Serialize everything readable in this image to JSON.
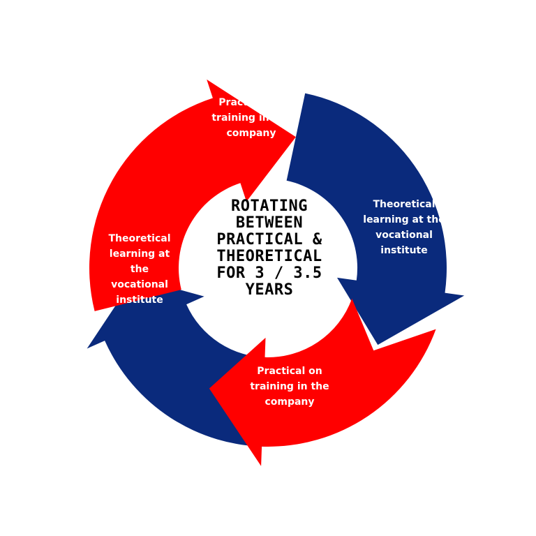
{
  "colors": {
    "practical": "#ff0000",
    "theoretical": "#0a2a7c",
    "background": "#ffffff",
    "label_text": "#ffffff",
    "center_text": "#000000"
  },
  "center": {
    "title": "ROTATING\nBETWEEN\nPRACTICAL &\nTHEORETICAL\nFOR 3 / 3.5\nYEARS"
  },
  "segments": [
    {
      "id": "top",
      "kind": "practical",
      "label": "Practical on\ntraining in the\ncompany"
    },
    {
      "id": "right",
      "kind": "theoretical",
      "label": "Theoretical\nlearning at the\nvocational\ninstitute"
    },
    {
      "id": "bottom",
      "kind": "practical",
      "label": "Practical on\ntraining in the\ncompany"
    },
    {
      "id": "left",
      "kind": "theoretical",
      "label": "Theoretical\nlearning at\nthe\nvocational\ninstitute"
    }
  ]
}
